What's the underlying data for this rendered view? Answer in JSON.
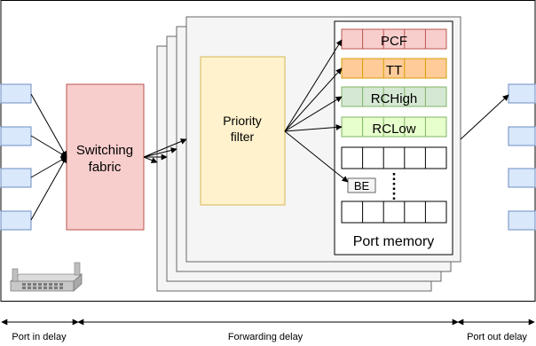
{
  "switching_fabric_label": [
    "Switching",
    "fabric"
  ],
  "priority_filter_label": [
    "Priority",
    "filter"
  ],
  "queues": [
    {
      "label": "PCF",
      "fill": "#f8cecc",
      "stroke": "#b85450"
    },
    {
      "label": "TT",
      "fill": "#ffcc99",
      "stroke": "#d79b00"
    },
    {
      "label": "RCHigh",
      "fill": "#d5e8d4",
      "stroke": "#82b366"
    },
    {
      "label": "RCLow",
      "fill": "#e6ffcc",
      "stroke": "#82b366"
    }
  ],
  "be_label": "BE",
  "port_memory_label": "Port memory",
  "delays": {
    "port_in": "Port in delay",
    "forwarding": "Forwarding delay",
    "port_out": "Port out delay"
  },
  "icons": {
    "switch_device": "network-switch-icon"
  },
  "colors": {
    "port_fill": "#dae8fc",
    "port_stroke": "#6c8ebf",
    "fabric_fill": "#f8cecc",
    "fabric_stroke": "#b85450",
    "filter_fill": "#fff2cc",
    "filter_stroke": "#d6b656",
    "card_fill": "#f5f5f5",
    "card_stroke": "#666666"
  }
}
